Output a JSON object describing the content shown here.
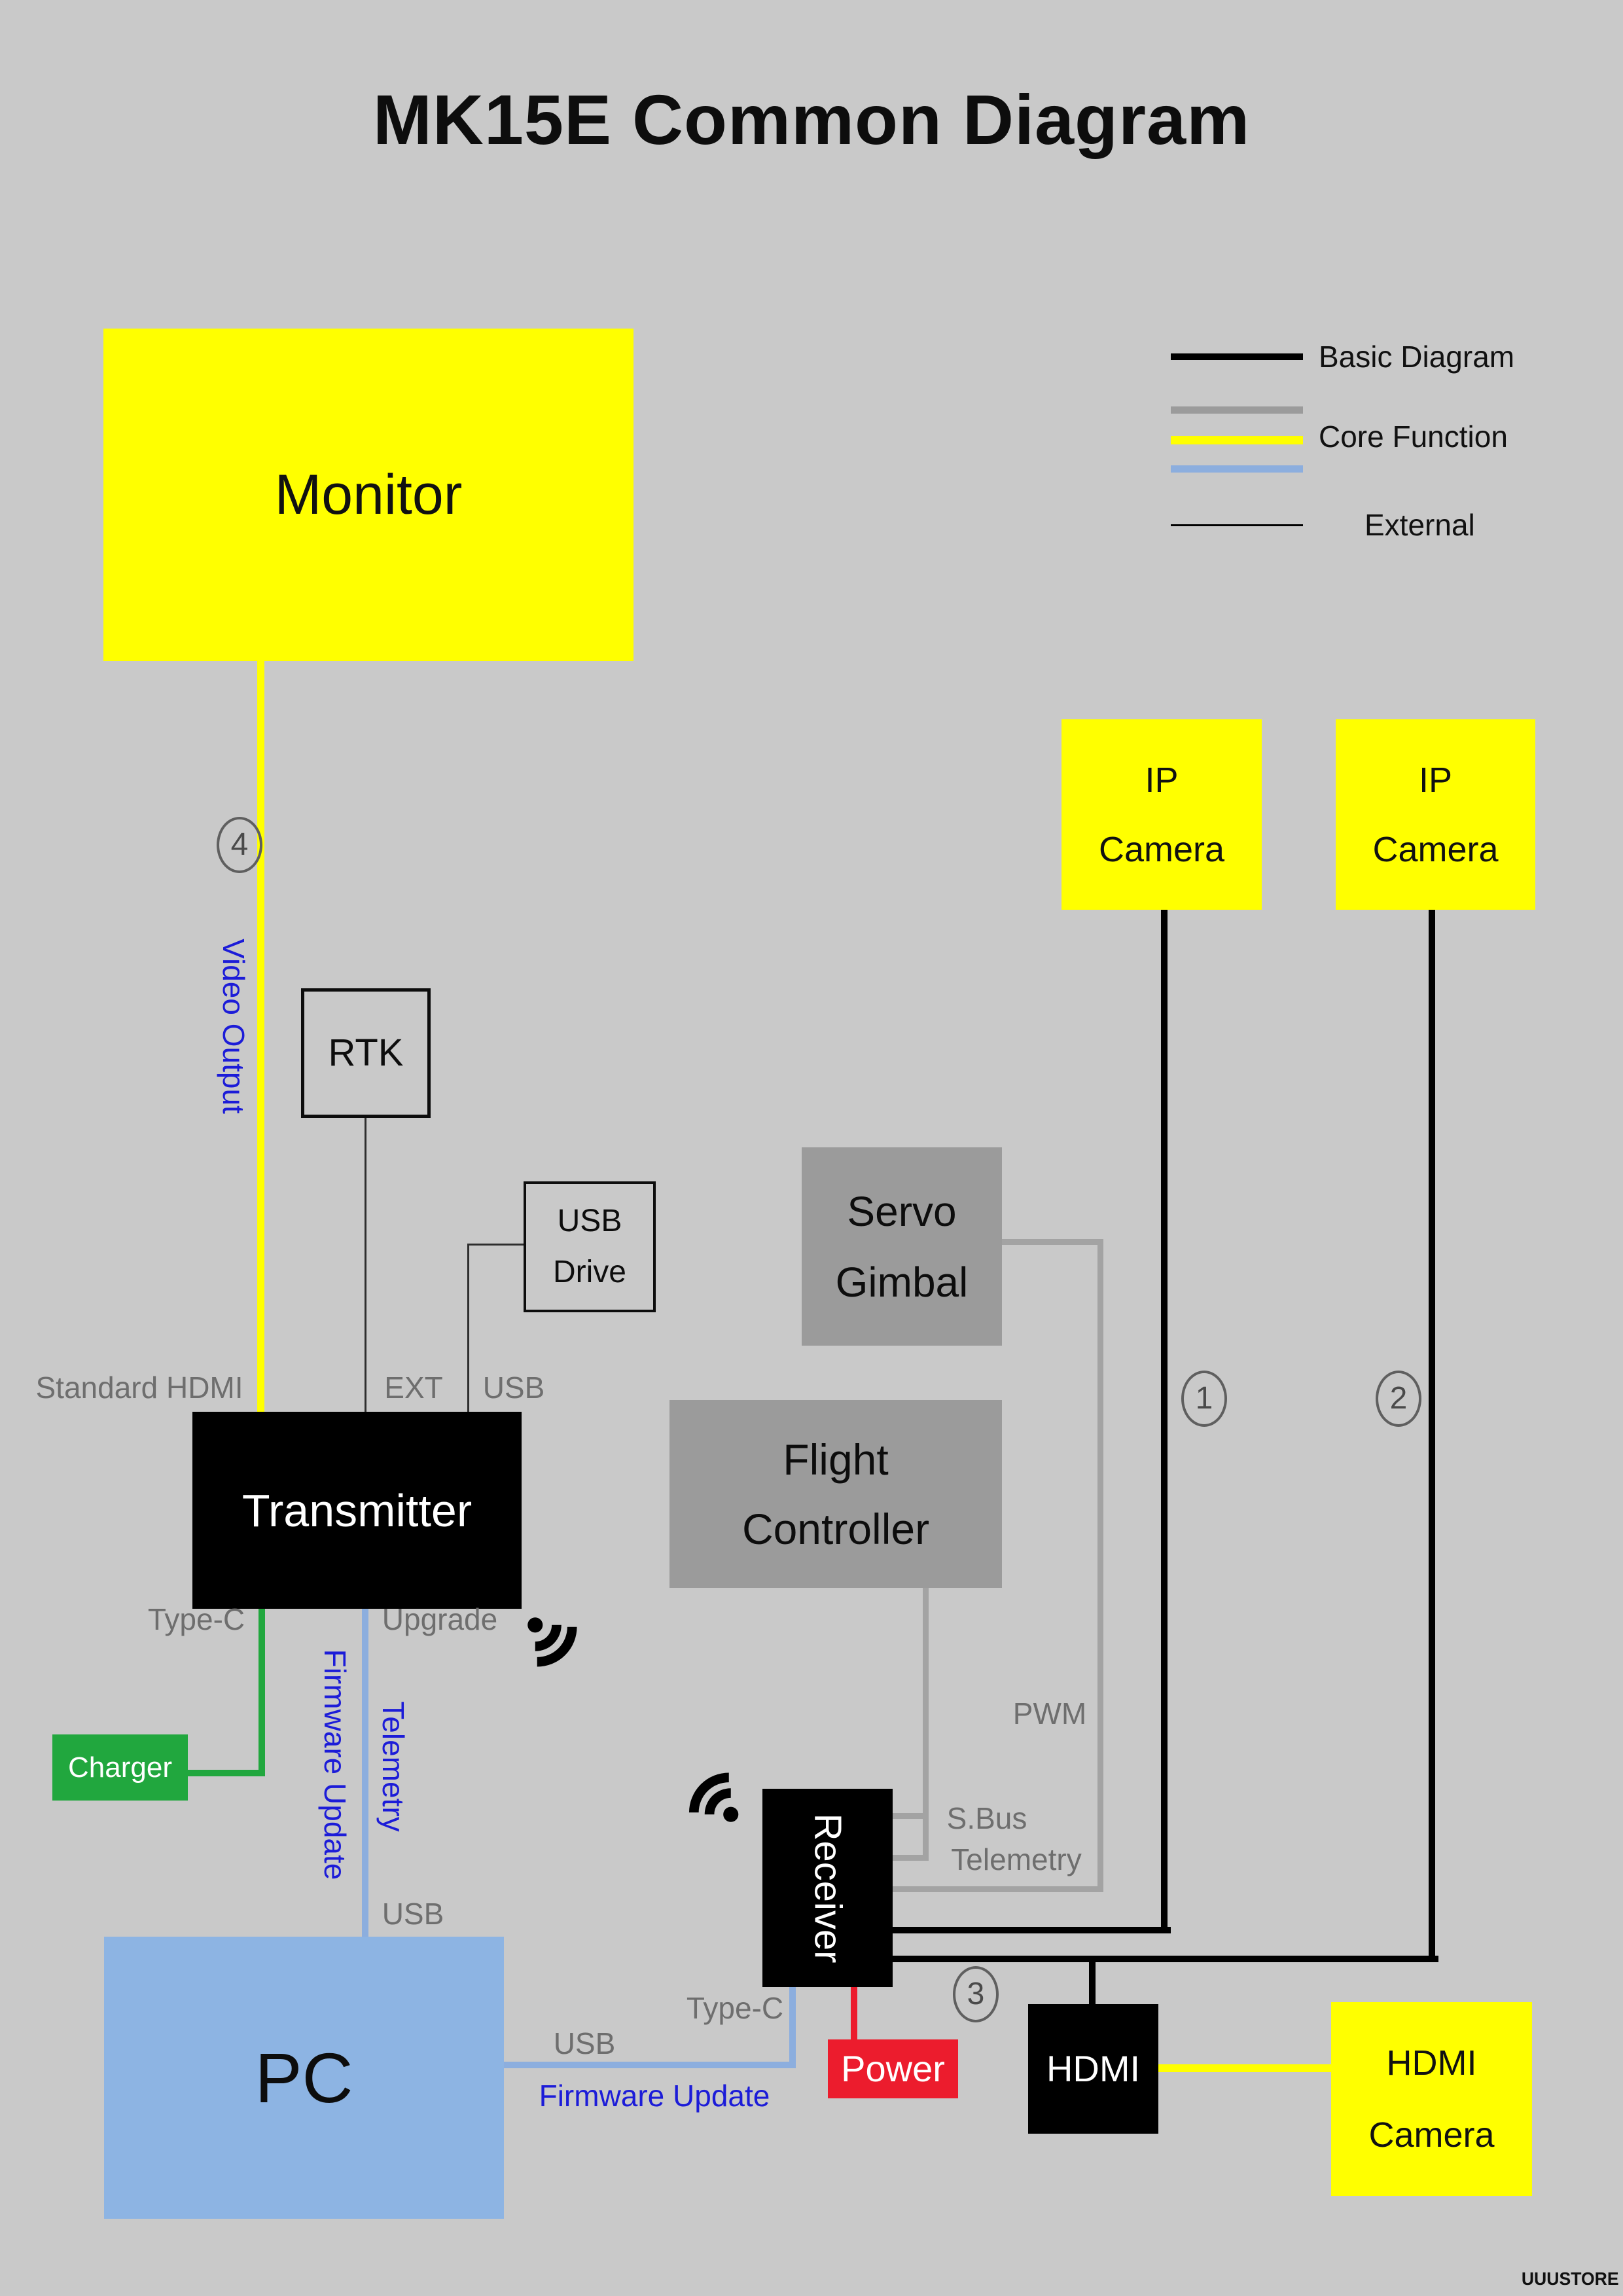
{
  "title": "MK15E Common Diagram",
  "watermark": "UUUSTORE",
  "legend": {
    "basic": "Basic Diagram",
    "core": "Core Function",
    "external": "External"
  },
  "nodes": {
    "monitor": {
      "label": "Monitor"
    },
    "ip_camera_1": {
      "line1": "IP",
      "line2": "Camera"
    },
    "ip_camera_2": {
      "line1": "IP",
      "line2": "Camera"
    },
    "rtk": {
      "label": "RTK"
    },
    "usb_drive": {
      "line1": "USB",
      "line2": "Drive"
    },
    "servo_gimbal": {
      "line1": "Servo",
      "line2": "Gimbal"
    },
    "flight_controller": {
      "line1": "Flight",
      "line2": "Controller"
    },
    "transmitter": {
      "label": "Transmitter"
    },
    "charger": {
      "label": "Charger"
    },
    "pc": {
      "label": "PC"
    },
    "receiver": {
      "label": "Receiver"
    },
    "power": {
      "label": "Power"
    },
    "hdmi": {
      "label": "HDMI"
    },
    "hdmi_camera": {
      "line1": "HDMI",
      "line2": "Camera"
    }
  },
  "port_labels": {
    "standard_hdmi": "Standard HDMI",
    "ext": "EXT",
    "usb_transmitter": "USB",
    "type_c_transmitter": "Type-C",
    "upgrade": "Upgrade",
    "usb_pc_top": "USB",
    "usb_pc_right": "USB",
    "type_c_receiver": "Type-C",
    "pwm": "PWM",
    "sbus": "S.Bus",
    "telemetry_receiver": "Telemetry"
  },
  "wire_labels": {
    "video_output": "Video Output",
    "firmware_update_transmitter": "Firmware Update",
    "telemetry_transmitter": "Telemetry",
    "firmware_update_pc": "Firmware Update"
  },
  "markers": {
    "m1": "1",
    "m2": "2",
    "m3": "3",
    "m4": "4"
  },
  "colors": {
    "background": "#c9c9c9",
    "core_yellow": "#ffff00",
    "core_blue": "#8caede",
    "node_gray": "#9b9b9b",
    "wire_gray": "#a3a3a3",
    "pc_blue": "#8db4e3",
    "green": "#21a73e",
    "red": "#ec1c2d",
    "black": "#000000",
    "label_gray": "#6e6e6e",
    "blue_text": "#1c1cd8"
  }
}
